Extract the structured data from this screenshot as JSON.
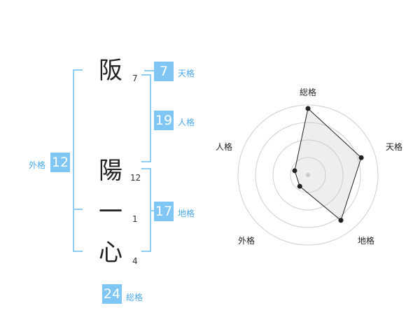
{
  "name": {
    "characters": [
      {
        "char": "阪",
        "strokes": "7"
      },
      {
        "char": "陽",
        "strokes": "12"
      },
      {
        "char": "一",
        "strokes": "1"
      },
      {
        "char": "心",
        "strokes": "4"
      }
    ]
  },
  "kakusu": {
    "tenkaku": {
      "value": "7",
      "label": "天格"
    },
    "jinkaku": {
      "value": "19",
      "label": "人格"
    },
    "chikaku": {
      "value": "17",
      "label": "地格"
    },
    "gaikaku": {
      "value": "12",
      "label": "外格"
    },
    "soukaku": {
      "value": "24",
      "label": "総格"
    }
  },
  "chart_data": {
    "type": "radar",
    "axes": [
      "総格",
      "天格",
      "地格",
      "外格",
      "人格"
    ],
    "values": [
      0.95,
      0.8,
      0.8,
      0.2,
      0.2
    ],
    "rings": 4,
    "max": 1
  }
}
